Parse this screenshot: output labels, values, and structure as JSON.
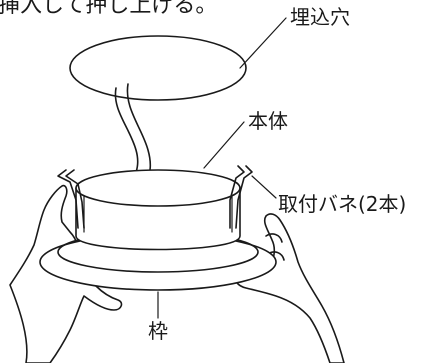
{
  "instruction_fragment": "挿入して押し上げる。",
  "labels": {
    "embed_hole": "埋込穴",
    "body": "本体",
    "spring": "取付バネ(2本)",
    "frame": "枠"
  }
}
